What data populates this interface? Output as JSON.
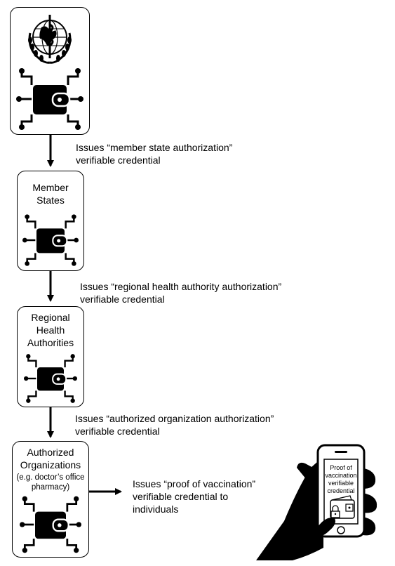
{
  "nodes": {
    "who": {
      "logo": "who-emblem-icon",
      "wallet": "wallet-circuit-icon"
    },
    "member_states": {
      "line1": "Member",
      "line2": "States",
      "wallet": "wallet-circuit-icon"
    },
    "regional": {
      "line1": "Regional",
      "line2": "Health",
      "line3": "Authorities",
      "wallet": "wallet-circuit-icon"
    },
    "authorized": {
      "line1": "Authorized",
      "line2": "Organizations",
      "line3": "(e.g. doctor’s office",
      "line4": "pharmacy)",
      "wallet": "wallet-circuit-icon"
    }
  },
  "captions": {
    "c1": {
      "line1": "Issues “member state authorization”",
      "line2": "verifiable credential"
    },
    "c2": {
      "line1": "Issues “regional health authority authorization”",
      "line2": "verifiable credential"
    },
    "c3": {
      "line1": "Issues “authorized organization authorization”",
      "line2": "verifiable credential"
    },
    "c4": {
      "line1": "Issues “proof of vaccination”",
      "line2": "verifiable credential to",
      "line3": "individuals"
    }
  },
  "phone": {
    "line1": "Proof of",
    "line2": "vaccination",
    "line3": "verifiable",
    "line4": "credential",
    "icon": "hand-holding-phone-icon"
  }
}
